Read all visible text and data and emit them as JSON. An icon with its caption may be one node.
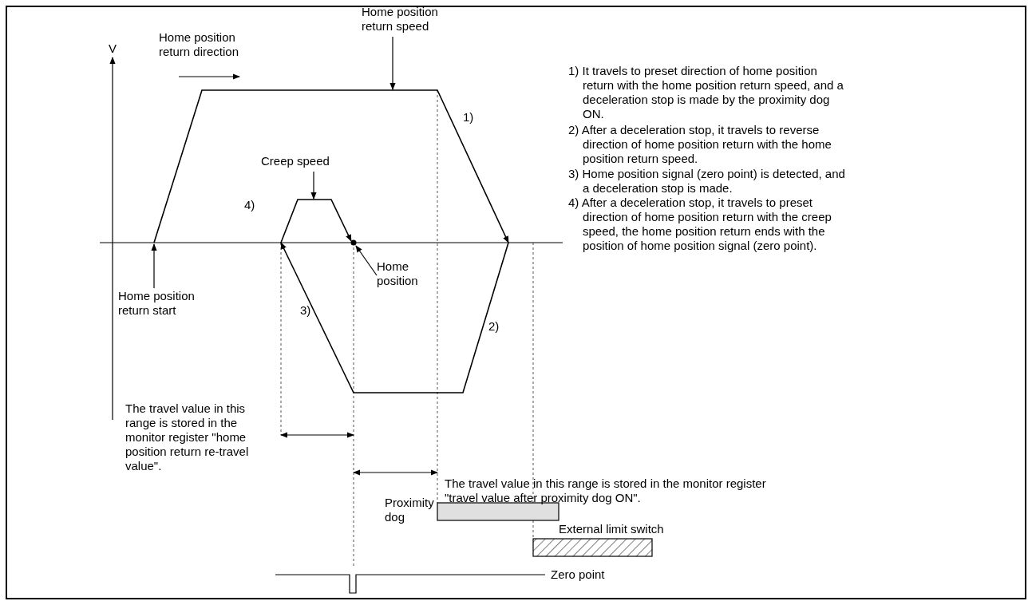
{
  "diagram": {
    "nodes": [
      {
        "text": [
          "Home position return speed"
        ]
      },
      {
        "text": [
          "Creep speed"
        ]
      },
      {
        "text": [
          "Home position"
        ]
      },
      {
        "text": [
          "Home position return start"
        ]
      },
      {
        "text": [],
        "shape": "bar",
        "beside": [
          "Proximity dog"
        ]
      },
      {
        "text": [],
        "shape": "bar",
        "beside": [
          "External limit switch"
        ]
      }
    ],
    "edges": [
      {
        "from": 0,
        "to": null,
        "arrow": "to"
      },
      {
        "from": 1,
        "to": null,
        "arrow": "to"
      },
      {
        "from": 2,
        "to": null,
        "arrow": "to"
      },
      {
        "from": 3,
        "to": null,
        "arrow": "to"
      }
    ],
    "labels": [
      "V",
      "Home position return direction",
      "1)",
      "1) It travels to preset direction of home position return with the home position return speed, and a deceleration stop is made by the proximity dog ON.",
      "2) After a deceleration stop, it travels to reverse direction of home position return with the home position return speed.",
      "3) Home position signal (zero point) is detected, and a deceleration stop is made.",
      "4) After a deceleration stop, it travels to preset direction of home position return with the creep speed, the home position return ends with the position of home position signal (zero point).",
      "4)",
      "3)",
      "2)",
      "The travel value in this range is stored in the monitor register \"home position return re-travel value\".",
      "The travel value in this range is stored in the monitor register \"travel value after proximity dog ON\".",
      "Zero point"
    ]
  }
}
